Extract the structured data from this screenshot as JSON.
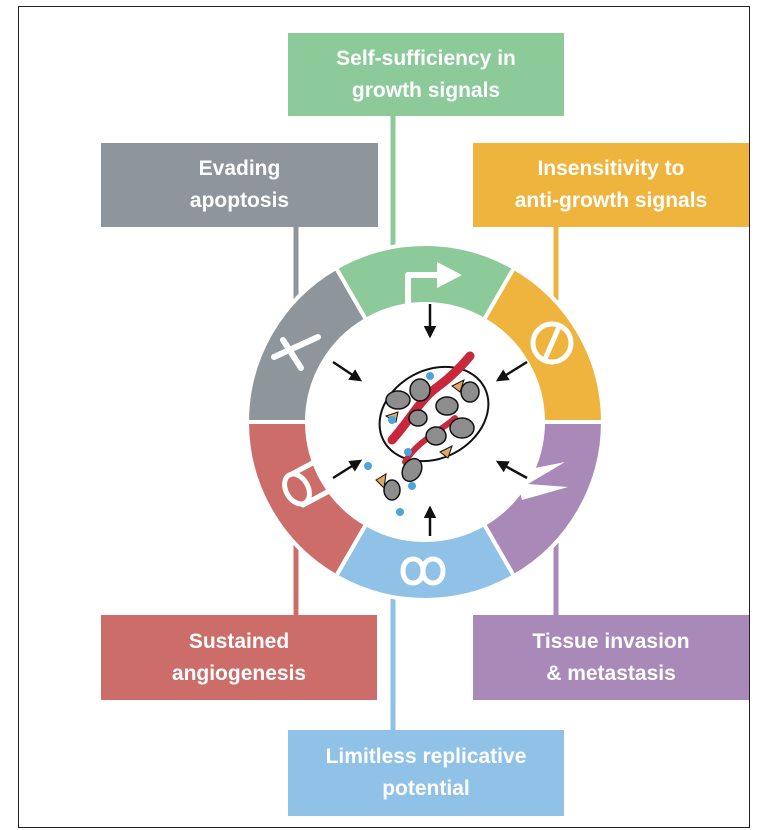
{
  "hallmarks": {
    "growth": "Self-sufficiency in\ngrowth signals",
    "apoptosis": "Evading\napoptosis",
    "insensitivity": "Insensitivity to\nanti-growth signals",
    "angiogenesis": "Sustained\nangiogenesis",
    "invasion": "Tissue invasion\n& metastasis",
    "replicative": "Limitless replicative\npotential"
  },
  "colors": {
    "growth": "#8ccb99",
    "apoptosis": "#8f969b",
    "insensitivity": "#efb43e",
    "angiogenesis": "#cd6d6a",
    "invasion": "#a889b8",
    "replicative": "#8fc2e6",
    "vessel": "#c8283b",
    "cell": "#8d8d8d",
    "stroma": "#e0a860",
    "immune": "#4da3dc"
  },
  "icons": {
    "growth": "bent-arrow-icon",
    "apoptosis": "cross-icon",
    "insensitivity": "no-entry-icon",
    "angiogenesis": "vessel-tube-icon",
    "invasion": "zigzag-invasion-icon",
    "replicative": "infinity-icon"
  }
}
